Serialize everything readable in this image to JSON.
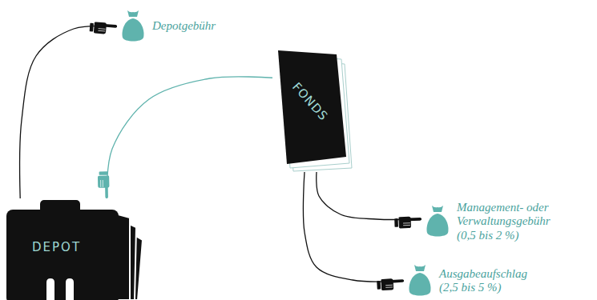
{
  "diagram": {
    "nodes": [
      {
        "text": [
          "Depotgebühr"
        ]
      },
      {
        "text": [
          "FONDS"
        ]
      },
      {
        "text": [
          "Management- oder Verwaltungsgebühr (0,5 bis 2 %)"
        ]
      },
      {
        "text": [
          "DEPOT"
        ]
      },
      {
        "text": [
          "Ausgabeaufschlag (2,5 bis 5 %)"
        ]
      }
    ],
    "edges": [
      {
        "from": 3,
        "to": 0,
        "arrow": "to"
      },
      {
        "from": 1,
        "to": 3,
        "arrow": "to"
      },
      {
        "from": 1,
        "to": 2,
        "arrow": "to"
      },
      {
        "from": 1,
        "to": 4,
        "arrow": "to"
      }
    ]
  }
}
